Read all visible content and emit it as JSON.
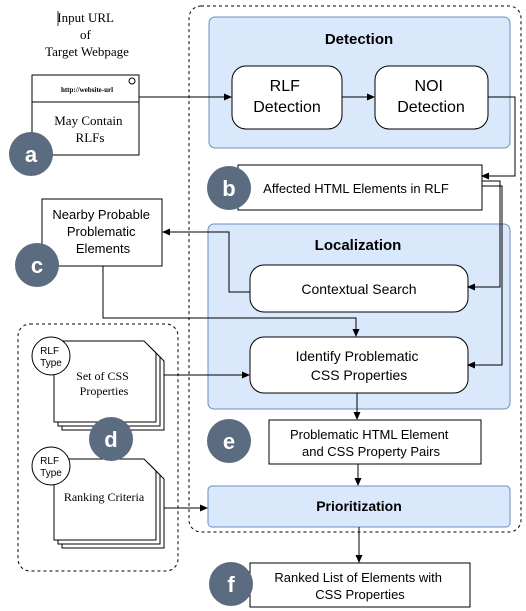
{
  "input": {
    "title_lines": [
      "Input URL",
      "of",
      "Target Webpage"
    ],
    "url": "http://website-url",
    "note_lines": [
      "May Contain",
      "RLFs"
    ]
  },
  "detection": {
    "title": "Detection",
    "rlf_lines": [
      "RLF",
      "Detection"
    ],
    "noi_lines": [
      "NOI",
      "Detection"
    ]
  },
  "affected": {
    "text": "Affected HTML Elements in RLF"
  },
  "nearby": {
    "lines": [
      "Nearby Probable",
      "Problematic",
      "Elements"
    ]
  },
  "localization": {
    "title": "Localization",
    "contextual": "Contextual Search",
    "identify_lines": [
      "Identify Problematic",
      "CSS Properties"
    ]
  },
  "docs": {
    "rlf_type_lines": [
      "RLF",
      "Type"
    ],
    "css_lines": [
      "Set of CSS",
      "Properties"
    ],
    "ranking": "Ranking Criteria"
  },
  "pairs": {
    "lines": [
      "Problematic HTML Element",
      "and CSS Property Pairs"
    ]
  },
  "prioritization": {
    "title": "Prioritization"
  },
  "ranked": {
    "lines": [
      "Ranked List of Elements with",
      "CSS Properties"
    ]
  },
  "badges": {
    "a": "a",
    "b": "b",
    "c": "c",
    "d": "d",
    "e": "e",
    "f": "f"
  },
  "colors": {
    "panel_fill": "#dae8fc",
    "panel_stroke": "#6c8ebf",
    "badge_fill": "#5b6b80",
    "line": "#000000"
  }
}
